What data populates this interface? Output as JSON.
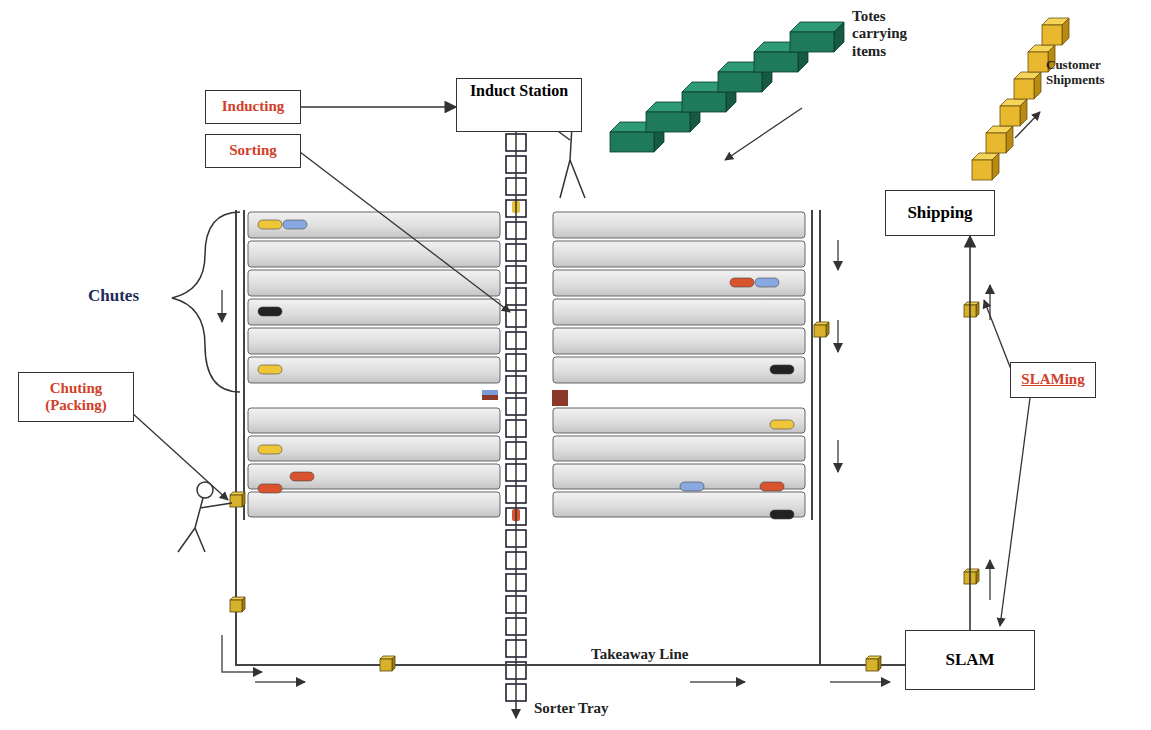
{
  "diagram": {
    "nodes": [
      {
        "text": [
          "Induct Station"
        ]
      },
      {
        "text": [
          "Inducting"
        ]
      },
      {
        "text": [
          "Sorting"
        ]
      },
      {
        "text": [
          "Shipping"
        ]
      },
      {
        "text": [
          "SLAMing"
        ]
      },
      {
        "text": [
          "Chuting (Packing)"
        ]
      },
      {
        "text": [
          "SLAM"
        ]
      }
    ],
    "edges": [
      {
        "from": 1,
        "to": 0,
        "arrow": "to"
      },
      {
        "from": 6,
        "to": 3,
        "arrow": "to"
      }
    ],
    "labels": [
      "Totes carrying items",
      "Customer Shipments",
      "Chutes",
      "Takeaway Line",
      "Sorter Tray"
    ]
  }
}
